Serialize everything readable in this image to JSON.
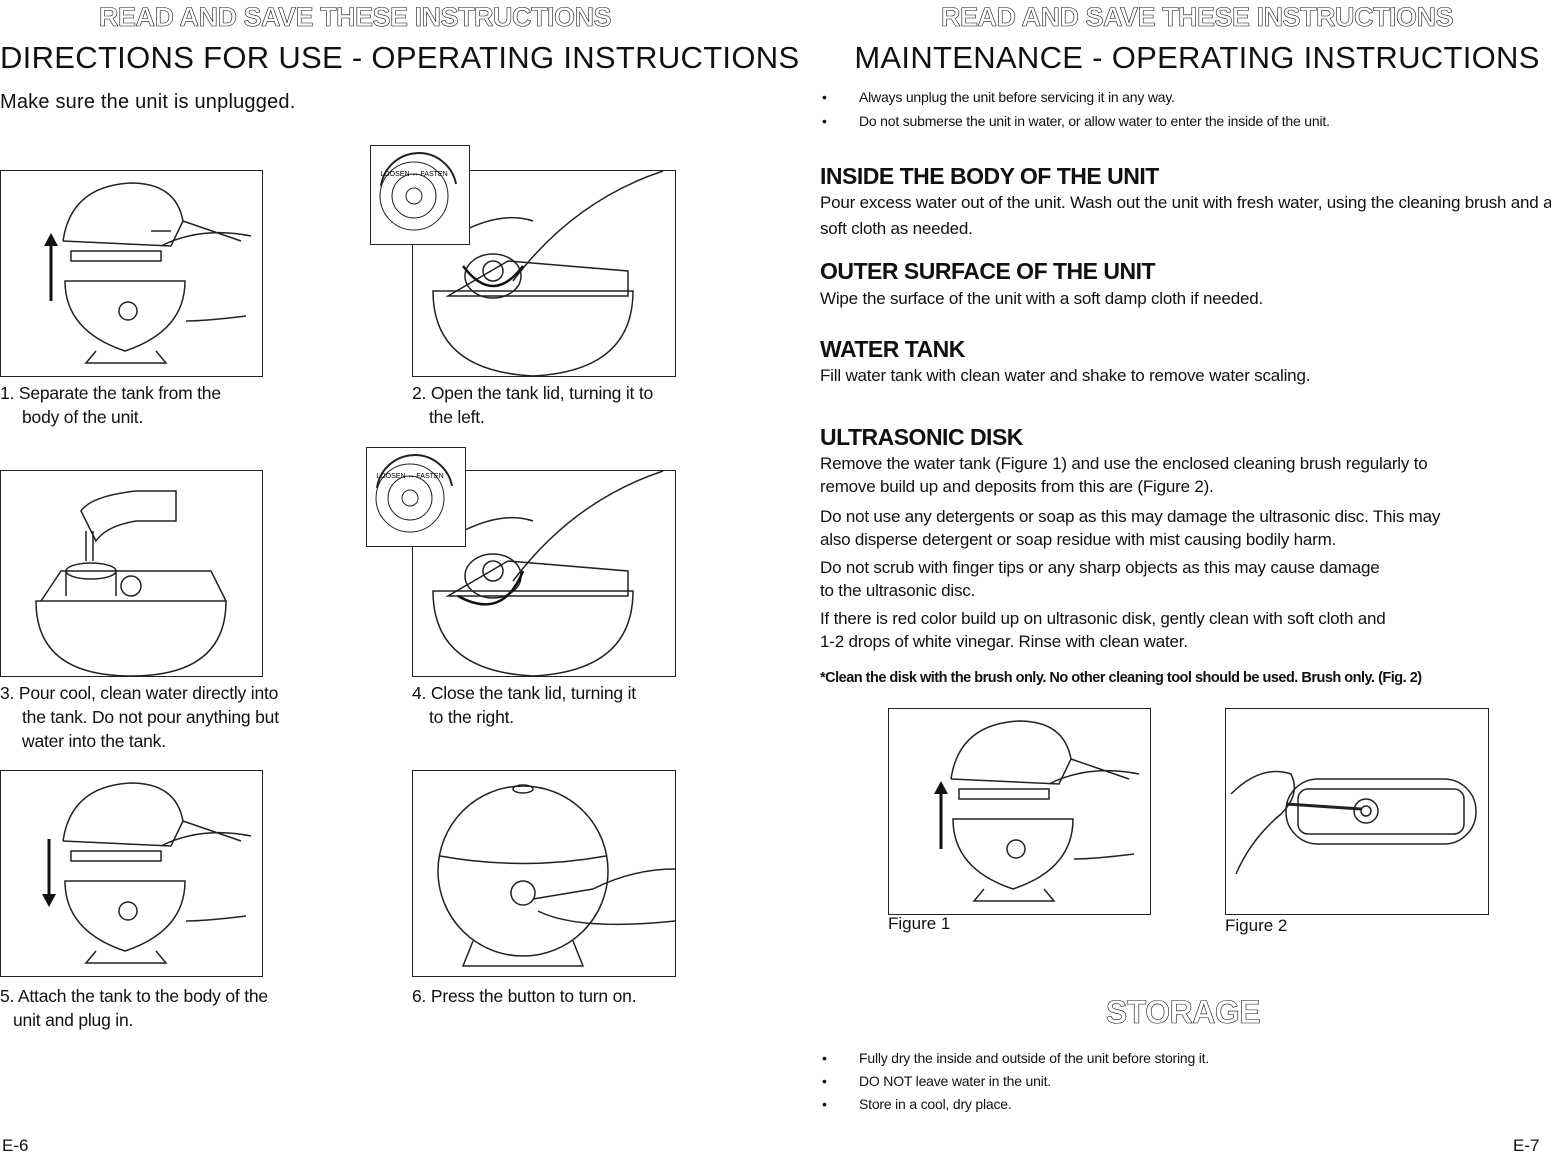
{
  "left": {
    "title": "READ AND SAVE THESE INSTRUCTIONS",
    "subtitle": "DIRECTIONS FOR USE - OPERATING INSTRUCTIONS",
    "intro": "Make sure the unit is unplugged.",
    "steps": [
      {
        "l1": "1. Separate the tank from the",
        "l2": "body of the unit.",
        "l3": ""
      },
      {
        "l1": "2. Open the tank lid, turning it to",
        "l2": "the left.",
        "l3": ""
      },
      {
        "l1": "3. Pour cool, clean water directly into",
        "l2": "the tank. Do not pour anything but",
        "l3": "water into the tank."
      },
      {
        "l1": "4. Close the tank lid, turning it",
        "l2": "to the right.",
        "l3": ""
      },
      {
        "l1": "5. Attach the tank to the body of the",
        "l2": "unit and plug in.",
        "l3": ""
      },
      {
        "l1": "6. Press the button to turn on.",
        "l2": "",
        "l3": ""
      }
    ],
    "dial_label": "LOOSEN ↔ FASTEN",
    "page_number": "E-6"
  },
  "right": {
    "title": "READ AND SAVE THESE INSTRUCTIONS",
    "subtitle": "MAINTENANCE - OPERATING INSTRUCTIONS",
    "bullets": [
      "Always unplug the unit before servicing it in any way.",
      "Do not submerse the unit in water, or allow water to enter the inside of the unit."
    ],
    "sections": {
      "inside": {
        "heading": "INSIDE THE BODY OF THE UNIT",
        "text": "Pour excess water out of the unit. Wash out the unit with fresh water, using the cleaning brush and a soft cloth as needed."
      },
      "outer": {
        "heading": "OUTER SURFACE OF THE UNIT",
        "text": "Wipe the surface of the unit with a soft damp cloth if needed."
      },
      "tank": {
        "heading": "WATER TANK",
        "text": "Fill water tank with clean water and shake to remove water scaling."
      },
      "disk": {
        "heading": "ULTRASONIC DISK",
        "p1a": "Remove the water tank (Figure 1) and use the enclosed cleaning brush regularly to",
        "p1b": "remove build up and deposits from this are (Figure 2).",
        "p2a": "Do not use any detergents or soap as this may damage the ultrasonic disc. This may",
        "p2b": "also disperse detergent or soap residue with mist causing bodily harm.",
        "p3a": "Do not scrub with finger tips or any sharp objects as this may cause damage",
        "p3b": "to the ultrasonic disc.",
        "p4a": "If there is red color build up on ultrasonic disk, gently clean with soft cloth and",
        "p4b": "1-2 drops of white vinegar. Rinse with clean water.",
        "note": "*Clean the disk with the brush only. No other cleaning tool should be used. Brush only. (Fig. 2)"
      }
    },
    "figures": [
      "Figure 1",
      "Figure 2"
    ],
    "storage": {
      "heading": "STORAGE",
      "bullets": [
        "Fully dry the inside and outside of the unit before storing it.",
        "DO NOT leave water in the unit.",
        "Store in a cool, dry place."
      ]
    },
    "page_number": "E-7"
  }
}
